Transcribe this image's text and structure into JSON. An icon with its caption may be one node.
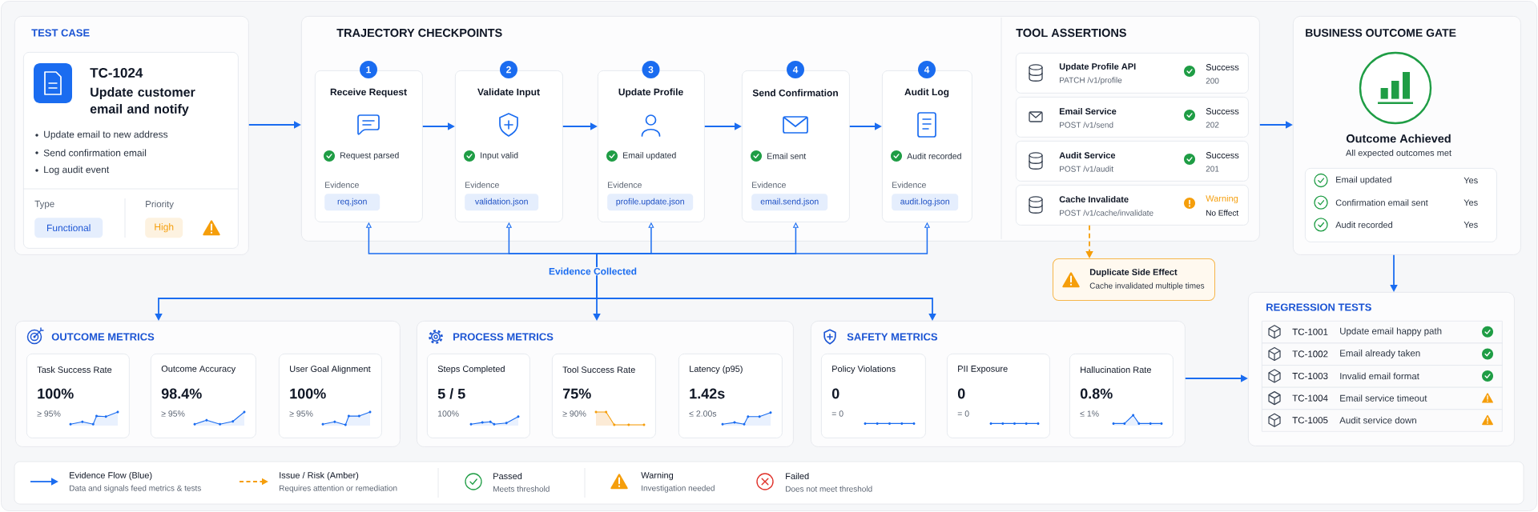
{
  "diagram": {
    "nodes": [
      {
        "text": [
          "TEST CASE"
        ]
      },
      {
        "text": [
          "TC-1024",
          "Update customer email and notify",
          "Update email to new address",
          "Send confirmation email",
          "Log audit event",
          "Type",
          "Priority"
        ],
        "in": 0
      },
      {
        "text": [
          "Functional"
        ],
        "in": 1
      },
      {
        "text": [
          "High"
        ],
        "in": 1
      },
      {
        "text": [
          "TRAJECTORY CHECKPOINTS",
          "TOOL ASSERTIONS"
        ]
      },
      {
        "text": [
          "1"
        ],
        "in": 4
      },
      {
        "text": [
          "Receive Request",
          "Request parsed",
          "Evidence"
        ],
        "in": 4
      },
      {
        "text": [
          "req.json"
        ],
        "in": 6
      },
      {
        "text": [
          "2"
        ],
        "in": 4
      },
      {
        "text": [
          "Validate Input",
          "Input valid",
          "Evidence"
        ],
        "in": 4
      },
      {
        "text": [
          "validation.json"
        ],
        "in": 9
      },
      {
        "text": [
          "3"
        ],
        "in": 4
      },
      {
        "text": [
          "Update Profile",
          "Email updated",
          "Evidence"
        ],
        "in": 4
      },
      {
        "text": [
          "profile.update.json"
        ],
        "in": 12
      },
      {
        "text": [
          "4"
        ],
        "in": 4
      },
      {
        "text": [
          "Send Confirmation",
          "Email sent",
          "Evidence"
        ],
        "in": 4
      },
      {
        "text": [
          "email.send.json"
        ],
        "in": 15
      },
      {
        "text": [
          "4"
        ],
        "in": 4
      },
      {
        "text": [
          "Audit Log",
          "Audit recorded",
          "Evidence"
        ],
        "in": 4
      },
      {
        "text": [
          "audit.log.json"
        ],
        "in": 18
      },
      {
        "text": [
          "Update Profile API",
          "PATCH /v1/profile",
          "Success",
          "200"
        ],
        "in": 4
      },
      {
        "text": [
          "Email Service",
          "POST /v1/send",
          "Success",
          "202"
        ],
        "in": 4
      },
      {
        "text": [
          "Audit Service",
          "POST /v1/audit",
          "Success",
          "201"
        ],
        "in": 4
      },
      {
        "text": [
          "Cache Invalidate",
          "POST /v1/cache/invalidate",
          "Warning",
          "No Effect"
        ],
        "in": 4
      },
      {
        "text": [
          "Duplicate Side Effect",
          "Cache invalidated multiple times"
        ]
      },
      {
        "text": [
          "BUSINESS OUTCOME GATE",
          "Outcome Achieved",
          "All expected outcomes met"
        ]
      },
      {
        "text": [
          "Email updated",
          "Yes",
          "Confirmation email sent",
          "Yes",
          "Audit recorded",
          "Yes"
        ],
        "in": 25
      },
      {
        "text": [
          "Evidence Collected"
        ]
      },
      {
        "text": [
          "OUTCOME METRICS"
        ]
      },
      {
        "text": [
          "Task Success Rate",
          "100%",
          "≥ 95%"
        ],
        "in": 28
      },
      {
        "text": [
          "Outcome Accuracy",
          "98.4%",
          "≥ 95%"
        ],
        "in": 28
      },
      {
        "text": [
          "User Goal Alignment",
          "100%",
          "≥ 95%"
        ],
        "in": 28
      },
      {
        "text": [
          "PROCESS METRICS"
        ]
      },
      {
        "text": [
          "Steps Completed",
          "5 / 5",
          "100%"
        ],
        "in": 32
      },
      {
        "text": [
          "Tool Success Rate",
          "75%",
          "≥ 90%"
        ],
        "in": 32
      },
      {
        "text": [
          "Latency (p95)",
          "1.42s",
          "≤ 2.00s"
        ],
        "in": 32
      },
      {
        "text": [
          "SAFETY METRICS"
        ]
      },
      {
        "text": [
          "Policy Violations",
          "0",
          "= 0"
        ],
        "in": 36
      },
      {
        "text": [
          "PII Exposure",
          "0",
          "= 0"
        ],
        "in": 36
      },
      {
        "text": [
          "Hallucination Rate",
          "0.8%",
          "≤ 1%"
        ],
        "in": 36
      },
      {
        "text": [
          "REGRESSION TESTS"
        ]
      },
      {
        "text": [
          "TC-1001",
          "Update email happy path"
        ],
        "in": 40
      },
      {
        "text": [
          "TC-1002",
          "Email already taken"
        ],
        "in": 40
      },
      {
        "text": [
          "TC-1003",
          "Invalid email format"
        ],
        "in": 40
      },
      {
        "text": [
          "TC-1004",
          "Email service timeout"
        ],
        "in": 40
      },
      {
        "text": [
          "TC-1005",
          "Audit service down"
        ],
        "in": 40
      }
    ],
    "edges": [
      {
        "from": 0,
        "to": 4,
        "arrow": "to"
      },
      {
        "from": 6,
        "to": 9,
        "arrow": "to"
      },
      {
        "from": 9,
        "to": 12,
        "arrow": "to"
      },
      {
        "from": 12,
        "to": 15,
        "arrow": "to"
      },
      {
        "from": 15,
        "to": 18,
        "arrow": "to"
      },
      {
        "from": 27,
        "to": 6,
        "arrow": "to"
      },
      {
        "from": 27,
        "to": 9,
        "arrow": "to"
      },
      {
        "from": 27,
        "to": 12,
        "arrow": "to"
      },
      {
        "from": 27,
        "to": 15,
        "arrow": "to"
      },
      {
        "from": 27,
        "to": 18,
        "arrow": "to"
      },
      {
        "from": 27,
        "to": 28,
        "arrow": "to"
      },
      {
        "from": 27,
        "to": 32,
        "arrow": "to"
      },
      {
        "from": 27,
        "to": 36,
        "arrow": "to"
      },
      {
        "from": 23,
        "to": 24,
        "arrow": "to",
        "style": "dashed",
        "color": "#f59e0b"
      },
      {
        "from": 4,
        "to": 25,
        "arrow": "to"
      },
      {
        "from": 25,
        "to": 40,
        "arrow": "to"
      },
      {
        "from": 36,
        "to": 40,
        "arrow": "to"
      }
    ],
    "labels": [
      "Data and signals feed metrics & tests",
      "Requires attention or remediation",
      "Meets threshold",
      "Investigation needed",
      "Does not meet threshold"
    ],
    "legend": [
      {
        "text": "Evidence Flow (Blue)"
      },
      {
        "text": "Issue / Risk (Amber)"
      },
      {
        "text": "Passed"
      },
      {
        "text": "Warning"
      },
      {
        "text": "Failed"
      }
    ]
  }
}
